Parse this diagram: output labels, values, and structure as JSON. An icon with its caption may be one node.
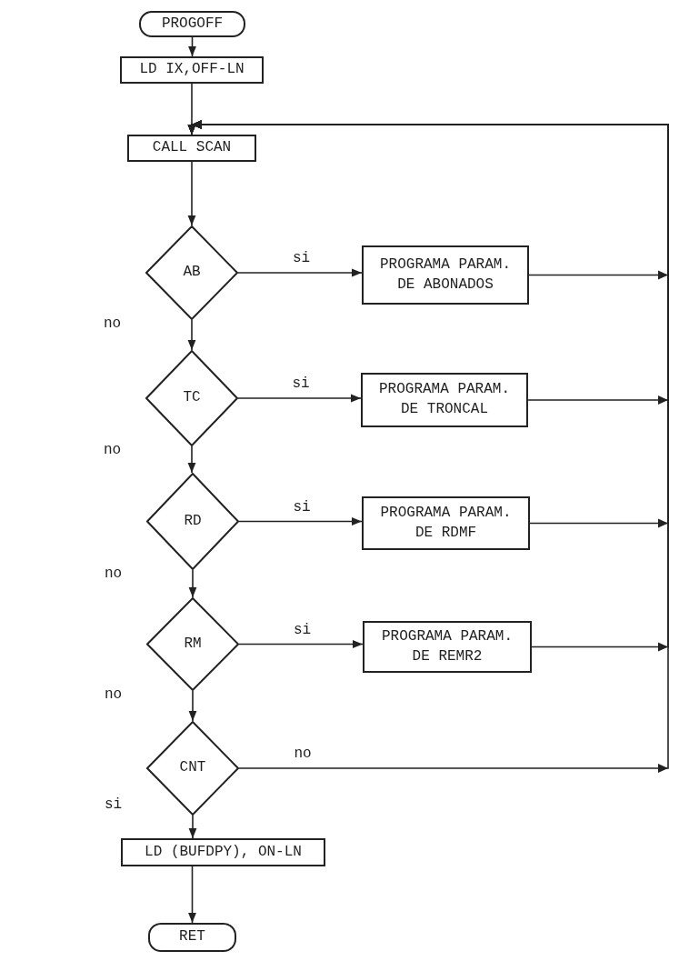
{
  "diagram": {
    "nodes": [
      {
        "text": [
          "PROGOFF"
        ]
      },
      {
        "text": [
          "LD IX,OFF-LN"
        ]
      },
      {
        "text": [
          "CALL SCAN"
        ]
      },
      {
        "text": [
          "AB"
        ]
      },
      {
        "text": [
          "PROGRAMA PARAM. DE ABONADOS"
        ]
      },
      {
        "text": [
          "TC"
        ]
      },
      {
        "text": [
          "PROGRAMA PARAM. DE TRONCAL"
        ]
      },
      {
        "text": [
          "RD"
        ]
      },
      {
        "text": [
          "PROGRAMA PARAM. DE RDMF"
        ]
      },
      {
        "text": [
          "RM"
        ]
      },
      {
        "text": [
          "PROGRAMA PARAM. DE REMR2"
        ]
      },
      {
        "text": [
          "CNT"
        ]
      },
      {
        "text": [
          "LD (BUFDPY), ON-LN"
        ]
      },
      {
        "text": [
          "RET"
        ]
      }
    ],
    "edges": [
      {
        "from": 0,
        "to": 1,
        "arrow": "to"
      },
      {
        "from": 1,
        "to": 2,
        "arrow": "to"
      },
      {
        "from": 2,
        "to": 3,
        "arrow": "to"
      },
      {
        "from": 3,
        "to": 4,
        "arrow": "to",
        "label": "si"
      },
      {
        "from": 3,
        "to": 5,
        "arrow": "to",
        "label": "no"
      },
      {
        "from": 5,
        "to": 6,
        "arrow": "to",
        "label": "si"
      },
      {
        "from": 5,
        "to": 7,
        "arrow": "to",
        "label": "no"
      },
      {
        "from": 7,
        "to": 8,
        "arrow": "to",
        "label": "si"
      },
      {
        "from": 7,
        "to": 9,
        "arrow": "to",
        "label": "no"
      },
      {
        "from": 9,
        "to": 10,
        "arrow": "to",
        "label": "si"
      },
      {
        "from": 9,
        "to": 11,
        "arrow": "to",
        "label": "no"
      },
      {
        "from": 11,
        "to": 12,
        "arrow": "to",
        "label": "si"
      },
      {
        "from": 11,
        "to": 2,
        "arrow": "to",
        "label": "no"
      },
      {
        "from": 4,
        "to": 2,
        "arrow": "to"
      },
      {
        "from": 6,
        "to": 2,
        "arrow": "to"
      },
      {
        "from": 8,
        "to": 2,
        "arrow": "to"
      },
      {
        "from": 10,
        "to": 2,
        "arrow": "to"
      },
      {
        "from": 12,
        "to": 13,
        "arrow": "to"
      }
    ]
  }
}
